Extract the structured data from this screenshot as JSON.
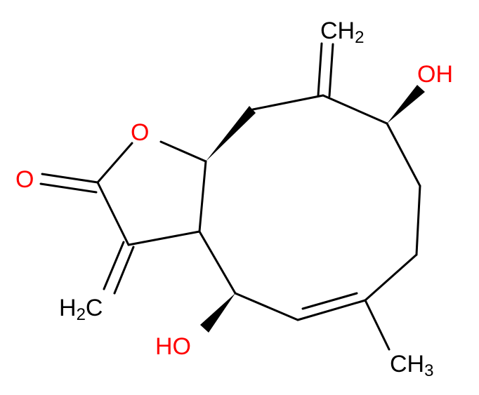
{
  "molecule": {
    "atom_labels": {
      "ch2_top": {
        "main": "CH",
        "sub": "2"
      },
      "oh_top": "OH",
      "o_ring": "O",
      "o_carbonyl": "O",
      "h2c_left": {
        "main": "H",
        "sub": "2",
        "tail": "C"
      },
      "oh_bottom": "HO",
      "ch3": {
        "main": "CH",
        "sub": "3"
      }
    },
    "colors": {
      "bond": "#000000",
      "carbon_label": "#000000",
      "oxygen_label": "#ff0000"
    }
  }
}
